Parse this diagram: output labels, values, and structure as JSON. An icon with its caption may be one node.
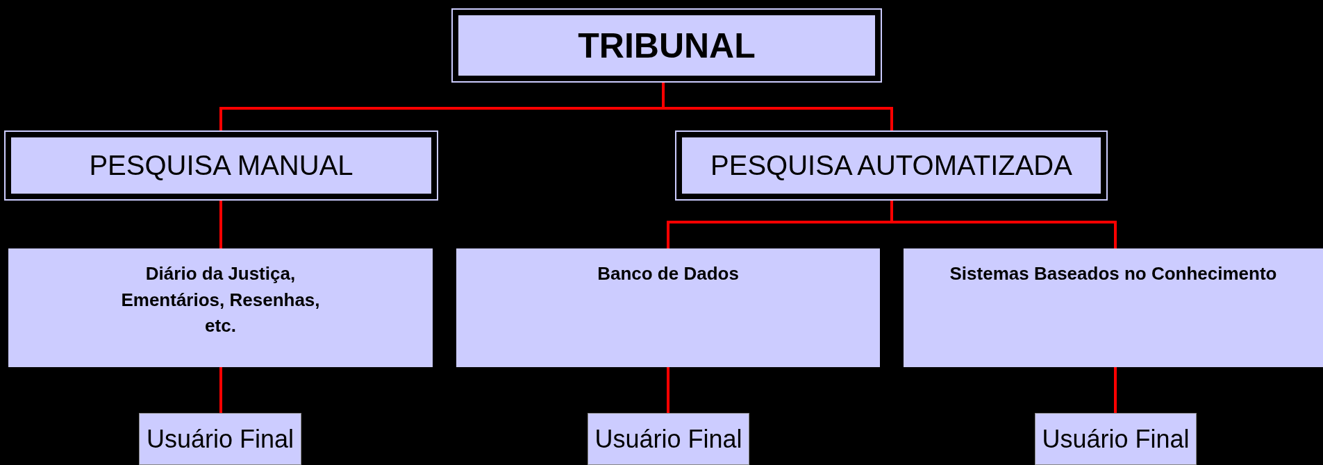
{
  "diagram": {
    "nodes": [
      {
        "text": [
          "TRIBUNAL"
        ]
      },
      {
        "text": [
          "PESQUISA MANUAL"
        ]
      },
      {
        "text": [
          "PESQUISA  AUTOMATIZADA"
        ]
      },
      {
        "text": [
          "Diário da Justiça, Ementários, Resenhas, etc."
        ]
      },
      {
        "text": [
          "Banco de Dados"
        ]
      },
      {
        "text": [
          "Sistemas Baseados no Conhecimento"
        ]
      },
      {
        "text": [
          "Usuário Final"
        ]
      },
      {
        "text": [
          "Usuário Final"
        ]
      },
      {
        "text": [
          "Usuário Final"
        ]
      }
    ],
    "edges": [
      {
        "from": 0,
        "to": 1,
        "arrow": "none",
        "color": "#ff0000"
      },
      {
        "from": 0,
        "to": 2,
        "arrow": "none",
        "color": "#ff0000"
      },
      {
        "from": 1,
        "to": 3,
        "arrow": "none",
        "color": "#ff0000"
      },
      {
        "from": 2,
        "to": 4,
        "arrow": "none",
        "color": "#ff0000"
      },
      {
        "from": 2,
        "to": 5,
        "arrow": "none",
        "color": "#ff0000"
      },
      {
        "from": 3,
        "to": 6,
        "arrow": "none",
        "color": "#ff0000"
      },
      {
        "from": 4,
        "to": 7,
        "arrow": "none",
        "color": "#ff0000"
      },
      {
        "from": 5,
        "to": 8,
        "arrow": "none",
        "color": "#ff0000"
      }
    ]
  }
}
